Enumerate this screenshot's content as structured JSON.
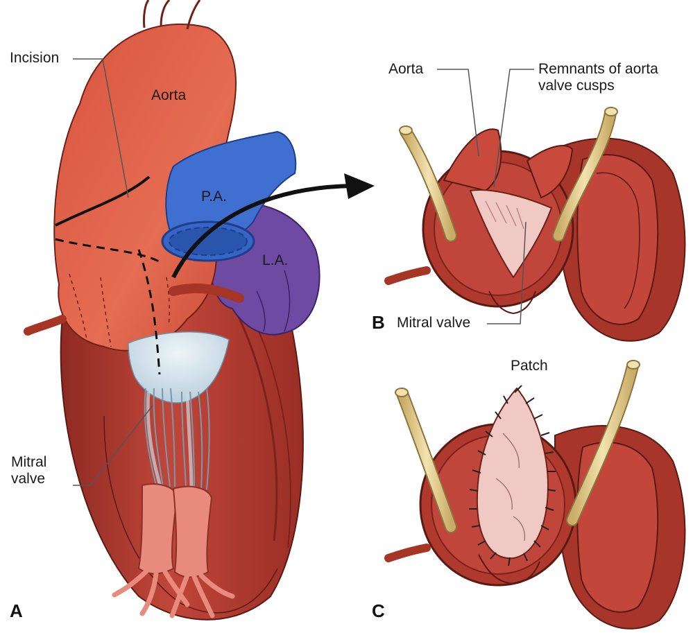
{
  "figure": {
    "panels": {
      "a": "A",
      "b": "B",
      "c": "C"
    },
    "labels": {
      "incision": "Incision",
      "aorta_a": "Aorta",
      "pa": "P.A.",
      "la": "L.A.",
      "mitral_a": "Mitral\nvalve",
      "aorta_b": "Aorta",
      "remnants": "Remnants of aorta\nvalve cusps",
      "mitral_b": "Mitral valve",
      "patch": "Patch"
    },
    "colors": {
      "heart_red": "#b8392c",
      "aorta_orange": "#e0634a",
      "pa_blue": "#3f6fd0",
      "la_purple": "#6e4aa3",
      "tissue_pink": "#f0c8c4",
      "tube_cream": "#e8d29a"
    }
  }
}
